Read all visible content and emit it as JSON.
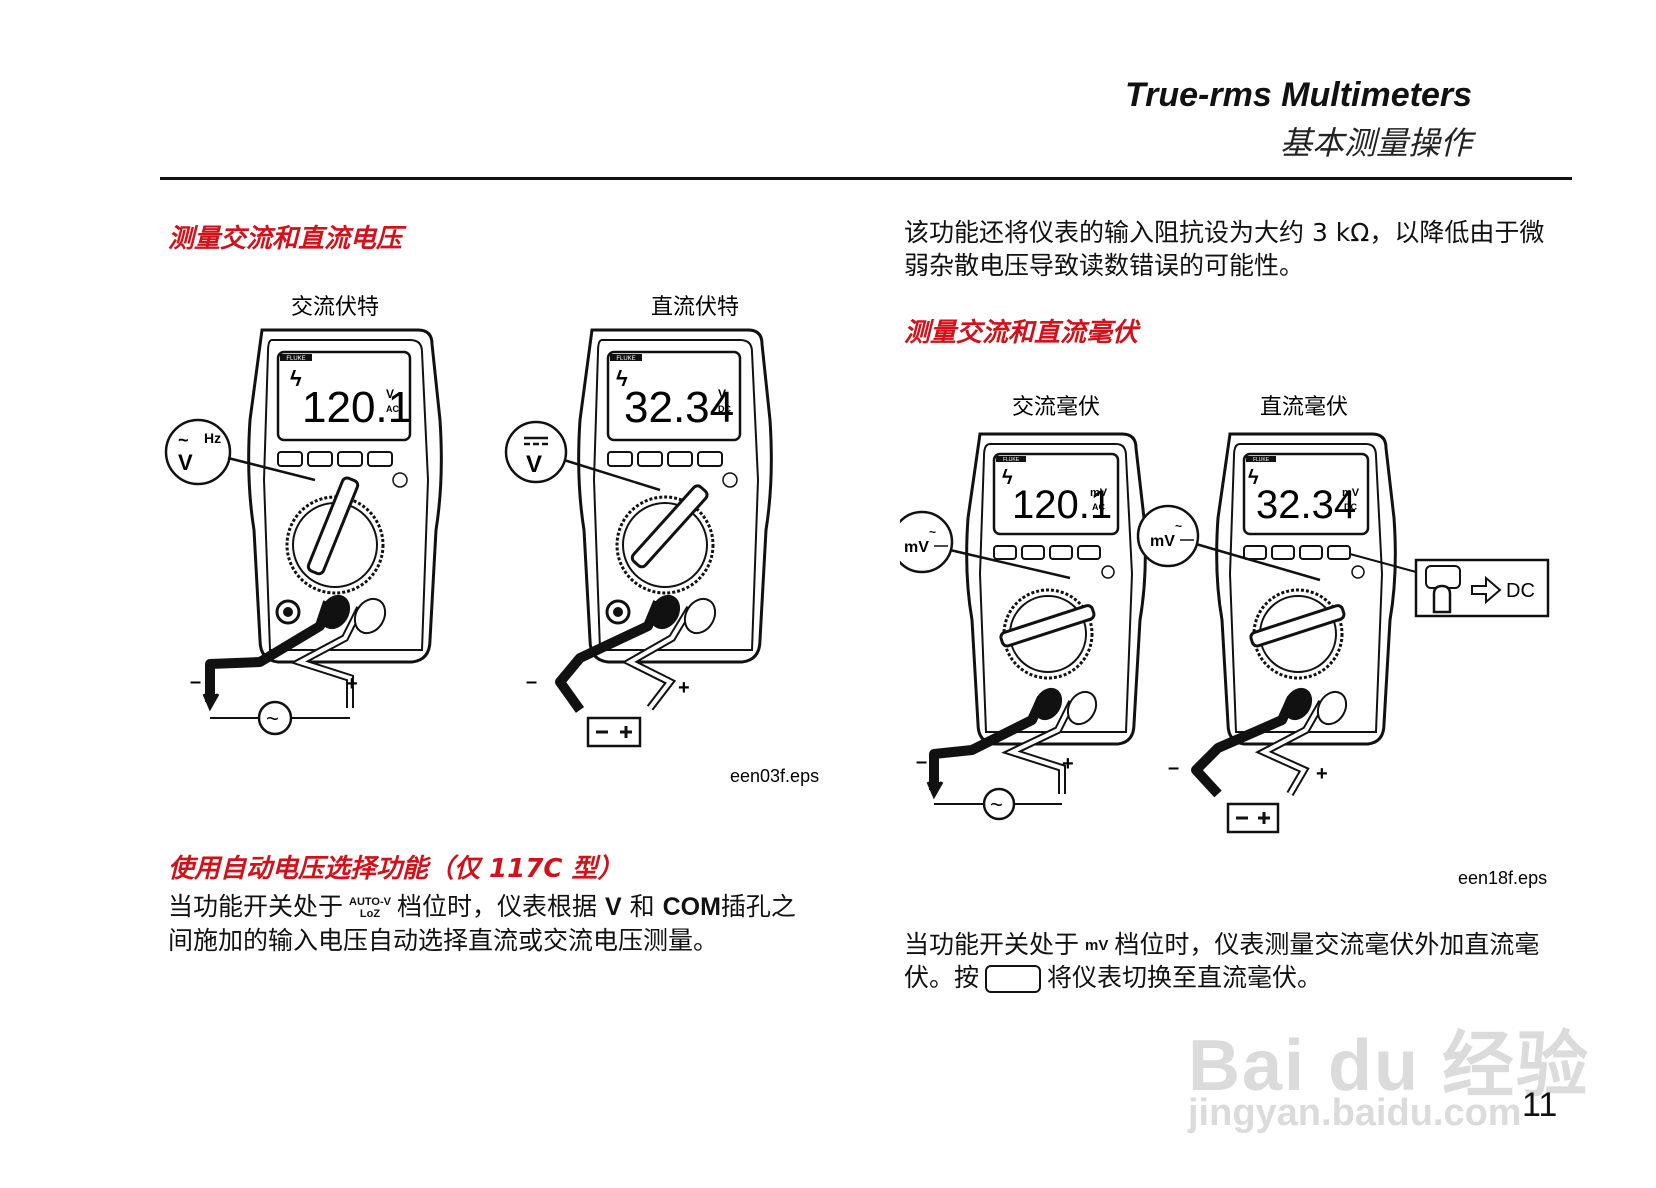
{
  "header": {
    "title": "True-rms Multimeters",
    "subtitle": "基本测量操作"
  },
  "left": {
    "section1_title": "测量交流和直流电压",
    "fig1": {
      "label_ac": "交流伏特",
      "label_dc": "直流伏特",
      "display_ac": "120.1",
      "unit_ac_top": "V",
      "unit_ac_bottom": "AC",
      "display_dc": "32.34",
      "unit_dc_top": "V",
      "unit_dc_bottom": "DC",
      "brand": "FLUKE",
      "callout_ac_hz": "Hz",
      "callout_ac_v": "V",
      "callout_dc_v": "V",
      "minus": "–",
      "plus": "+",
      "caption": "een03f.eps"
    },
    "section2_title": "使用自动电压选择功能（仅 117C 型）",
    "para2_part1": "当功能开关处于",
    "para2_auto_top": "AUTO-V",
    "para2_auto_bottom": "LoZ",
    "para2_part2": "档位时，仪表根据",
    "para2_v": "V",
    "para2_and": "和",
    "para2_com": "COM",
    "para2_part3": "插孔之间施加的输入电压自动选择直流或交流电压测量。"
  },
  "right": {
    "para1": "该功能还将仪表的输入阻抗设为大约 3 kΩ，以降低由于微弱杂散电压导致读数错误的可能性。",
    "section3_title": "测量交流和直流毫伏",
    "fig2": {
      "label_ac": "交流毫伏",
      "label_dc": "直流毫伏",
      "display_ac": "120.1",
      "unit_ac_top": "mV",
      "unit_ac_bottom": "AC",
      "display_dc": "32.34",
      "unit_dc_top": "mV",
      "unit_dc_bottom": "DC",
      "brand": "FLUKE",
      "callout_mv": "mV",
      "dc_box_label": "DC",
      "minus": "–",
      "plus": "+",
      "caption": "een18f.eps"
    },
    "para3_part1": "当功能开关处于",
    "para3_symbol": "mV",
    "para3_part2": "档位时，仪表测量交流毫伏外加直流毫伏。按",
    "para3_part3": "将仪表切换至直流毫伏。"
  },
  "page_number": "11",
  "watermark": {
    "brand": "Bai du 经验",
    "url": "jingyan.baidu.com"
  }
}
